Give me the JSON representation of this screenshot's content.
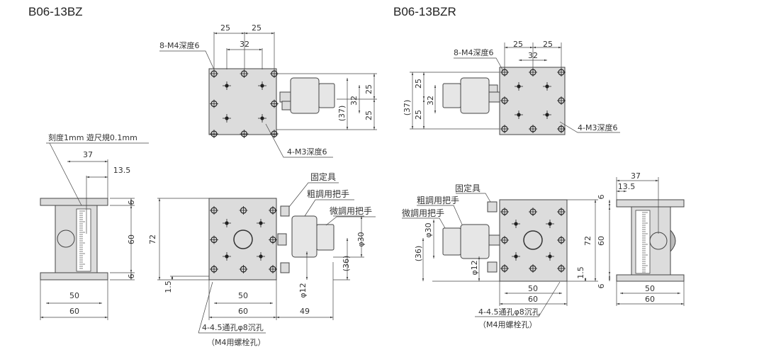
{
  "titles": {
    "left": "B06-13BZ",
    "right": "B06-13BZR"
  },
  "labels": {
    "tapped_m4": "8-M4深度6",
    "tapped_m3": "4-M3深度6",
    "scale": "刻度1mm 遊尺規0.1mm",
    "clamp": "固定具",
    "coarse_knob": "粗調用把手",
    "fine_knob": "微調用把手",
    "mount_holes": "4-4.5通孔φ8沉孔",
    "mount_holes_note": "（M4用螺栓孔）"
  },
  "dims": {
    "d25": "25",
    "d32": "32",
    "d37p": "(37)",
    "d37": "37",
    "d13_5": "13.5",
    "d6": "6",
    "d60": "60",
    "d72": "72",
    "d50": "50",
    "d49": "49",
    "d1_5": "1.5",
    "phi30": "φ30",
    "d36p": "(36)",
    "phi12": "φ12"
  }
}
